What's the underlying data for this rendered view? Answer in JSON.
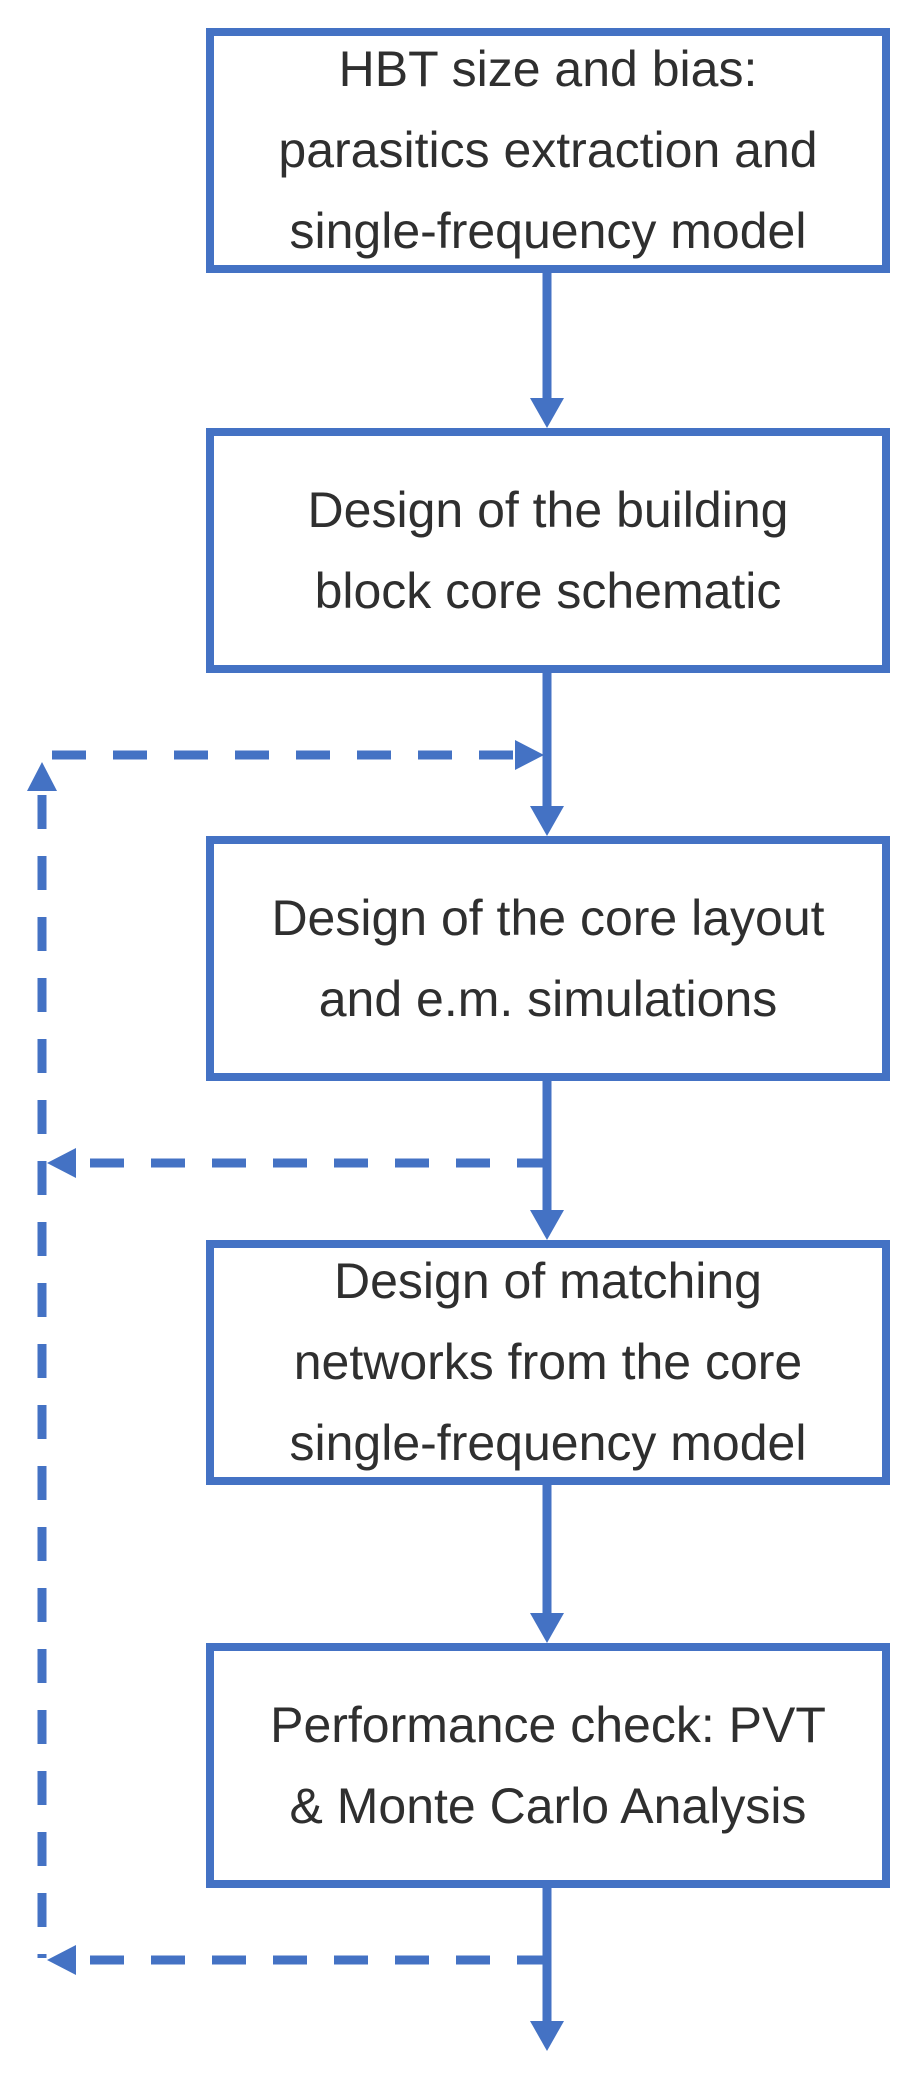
{
  "diagram": {
    "type": "flowchart",
    "boxes": [
      {
        "id": 1,
        "label": "HBT size and bias:\nparasitics extraction and\nsingle-frequency model"
      },
      {
        "id": 2,
        "label": "Design of the building\nblock core schematic"
      },
      {
        "id": 3,
        "label": "Design of the core layout\nand e.m. simulations"
      },
      {
        "id": 4,
        "label": "Design of matching\nnetworks from the core\nsingle-frequency model"
      },
      {
        "id": 5,
        "label": "Performance check: PVT\n& Monte Carlo Analysis"
      }
    ],
    "solid_flow_edges": [
      {
        "from": 1,
        "to": 2,
        "style": "solid-arrow-down"
      },
      {
        "from": 2,
        "to": 3,
        "style": "solid-arrow-down"
      },
      {
        "from": 3,
        "to": 4,
        "style": "solid-arrow-down"
      },
      {
        "from": 4,
        "to": 5,
        "style": "solid-arrow-down"
      },
      {
        "from": 5,
        "to": "exit-bottom",
        "style": "solid-arrow-down"
      }
    ],
    "dashed_feedback_edges": [
      {
        "from": "below-box-5",
        "to": "left-rail",
        "arrow_direction": "left"
      },
      {
        "from": "between-box-3-and-box-4",
        "to": "left-rail",
        "arrow_direction": "left"
      },
      {
        "from": "left-rail",
        "to": "above-box-3",
        "arrow_direction": "right"
      },
      {
        "from": "left-rail-top",
        "to": "up",
        "arrow_direction": "up"
      }
    ]
  },
  "colors": {
    "accent": "#4472C4",
    "text": "#2F2F2F",
    "background": "#FFFFFF"
  }
}
